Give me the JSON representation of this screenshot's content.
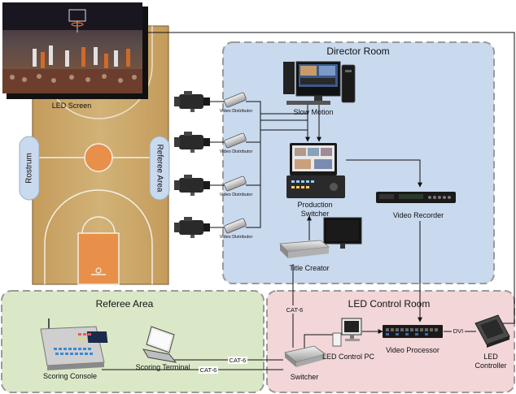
{
  "labels": {
    "led_screen": "LED Screen",
    "rostrum": "Rostrum",
    "referee_area_vertical": "Referee Area",
    "director_room": "Director Room",
    "slow_motion": "Slow Motion",
    "video_distributor": "Video Distributor",
    "production_switcher_line1": "Production",
    "production_switcher_line2": "Switcher",
    "video_recorder": "Video Recorder",
    "title_creator": "Title Creator",
    "referee_area": "Referee Area",
    "scoring_console": "Scoring Console",
    "scoring_terminal": "Scoring Terminal",
    "led_control_room": "LED Control Room",
    "led_control_pc": "LED Control PC",
    "video_processor": "Video Processor",
    "led_controller_line1": "LED",
    "led_controller_line2": "Controller",
    "switcher": "Switcher",
    "cat6_vertical": "CAT-6",
    "cat6_terminal": "CAT-6",
    "cat6_console": "CAT-6",
    "dvi": "DVI"
  },
  "colors": {
    "court_wood": "#c8a86a",
    "court_paint": "#e8904a",
    "director_room_bg": "#c9d9ee",
    "referee_area_bg": "#dbe8c8",
    "led_room_bg": "#f2d6d8",
    "pill_bg": "#c9d9ee"
  }
}
